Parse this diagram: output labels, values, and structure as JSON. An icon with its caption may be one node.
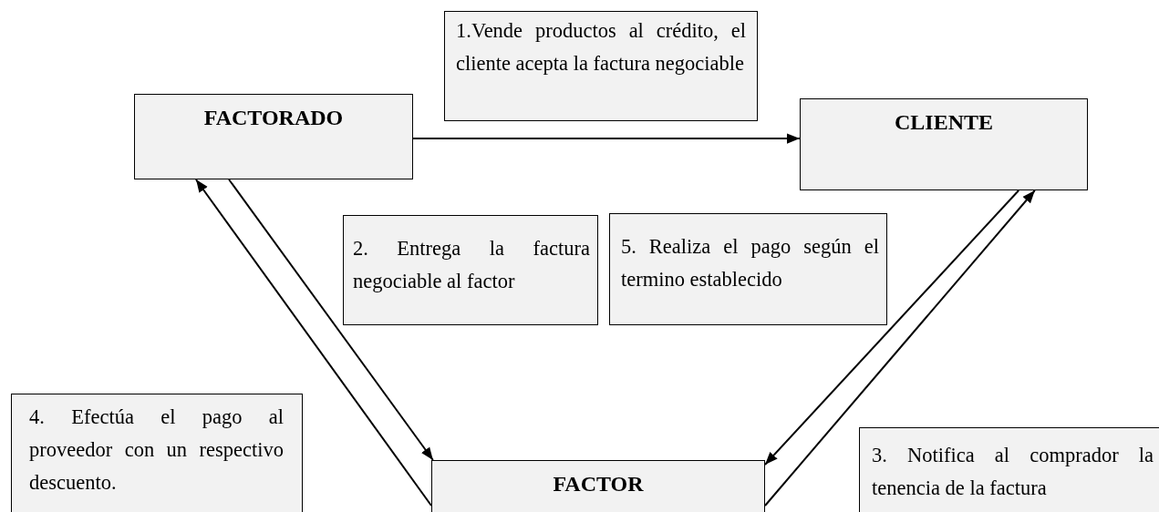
{
  "diagram": {
    "nodes": [
      {
        "text": [
          "FACTORADO"
        ]
      },
      {
        "text": [
          "CLIENTE"
        ]
      },
      {
        "text": [
          "FACTOR"
        ]
      },
      {
        "text": [
          "1.Vende productos al crédito, el cliente acepta la factura negociable"
        ]
      },
      {
        "text": [
          "2. Entrega la factura negociable al factor"
        ]
      },
      {
        "text": [
          "5. Realiza el pago según el termino establecido"
        ]
      },
      {
        "text": [
          "4. Efectúa el pago al proveedor con un respectivo descuento."
        ]
      },
      {
        "text": [
          "3. Notifica al comprador la tenencia de la factura"
        ]
      }
    ],
    "edges": [
      {
        "from": 0,
        "to": 1,
        "arrow": "to"
      },
      {
        "from": 0,
        "to": 2,
        "arrow": "to"
      },
      {
        "from": 2,
        "to": 0,
        "arrow": "to"
      },
      {
        "from": 1,
        "to": 2,
        "arrow": "to"
      },
      {
        "from": 2,
        "to": 1,
        "arrow": "to"
      }
    ]
  }
}
